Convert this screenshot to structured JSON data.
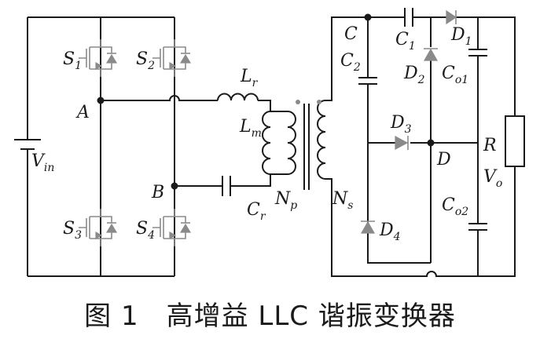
{
  "caption": "图 1　高增益 LLC 谐振变换器",
  "labels": {
    "S1": {
      "main": "S",
      "sub": "1"
    },
    "S2": {
      "main": "S",
      "sub": "2"
    },
    "S3": {
      "main": "S",
      "sub": "3"
    },
    "S4": {
      "main": "S",
      "sub": "4"
    },
    "A": {
      "main": "A",
      "sub": ""
    },
    "B": {
      "main": "B",
      "sub": ""
    },
    "Vin": {
      "main": "V",
      "sub": "in"
    },
    "Lr": {
      "main": "L",
      "sub": "r"
    },
    "Lm": {
      "main": "L",
      "sub": "m"
    },
    "Cr": {
      "main": "C",
      "sub": "r"
    },
    "Np": {
      "main": "N",
      "sub": "p"
    },
    "Ns": {
      "main": "N",
      "sub": "s"
    },
    "C": {
      "main": "C",
      "sub": ""
    },
    "C1": {
      "main": "C",
      "sub": "1"
    },
    "C2": {
      "main": "C",
      "sub": "2"
    },
    "D1": {
      "main": "D",
      "sub": "1"
    },
    "D2": {
      "main": "D",
      "sub": "2"
    },
    "D3": {
      "main": "D",
      "sub": "3"
    },
    "D4": {
      "main": "D",
      "sub": "4"
    },
    "D": {
      "main": "D",
      "sub": ""
    },
    "Co1": {
      "main": "C",
      "sub": "o1"
    },
    "Co2": {
      "main": "C",
      "sub": "o2"
    },
    "R": {
      "main": "R",
      "sub": ""
    },
    "Vo": {
      "main": "V",
      "sub": "o"
    }
  }
}
